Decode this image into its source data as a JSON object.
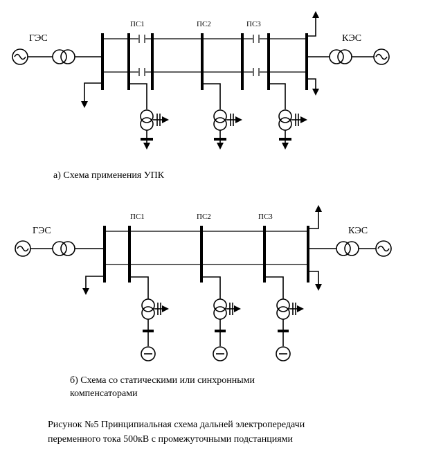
{
  "diagram_a": {
    "station_left": "ГЭС",
    "station_right": "КЭС",
    "substations": [
      "ПС1",
      "ПС2",
      "ПС3"
    ],
    "caption": "а) Схема применения УПК"
  },
  "diagram_b": {
    "station_left": "ГЭС",
    "station_right": "КЭС",
    "substations": [
      "ПС1",
      "ПС2",
      "ПС3"
    ],
    "caption_line1": "б) Схема со статическими или синхронными",
    "caption_line2": "компенсаторами"
  },
  "figure_caption": {
    "line1": "Рисунок №5 Принципиальная  схема дальней электропередачи",
    "line2": "переменного тока 500кВ с промежуточными подстанциями"
  }
}
